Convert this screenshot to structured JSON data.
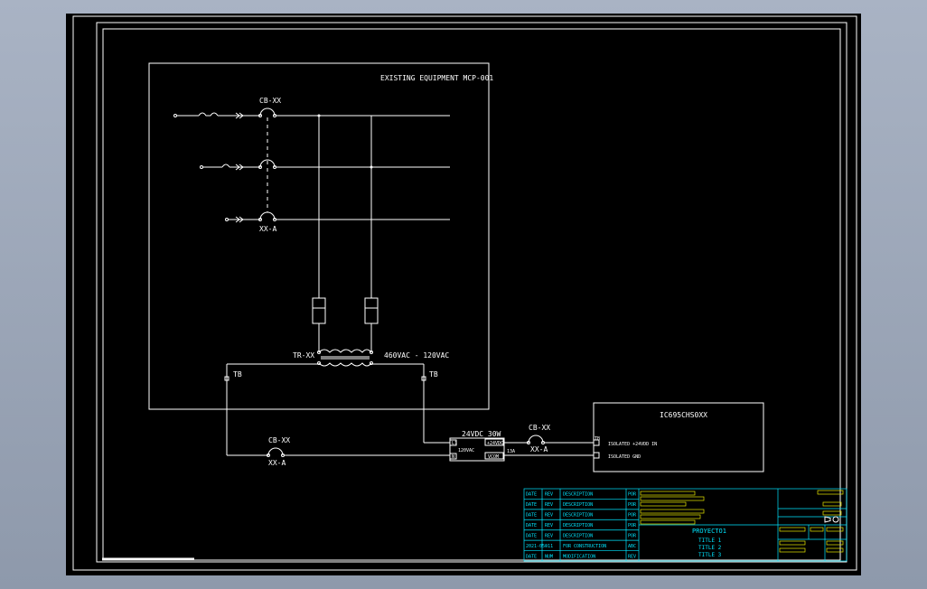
{
  "drawing": {
    "existing_equipment_label": "EXISTING EQUIPMENT MCP-001",
    "breaker_top_label": "CB-XX",
    "breaker_third_label": "XX-A",
    "transformer_label": "TR-XX",
    "transformer_rating": "460VAC - 120VAC",
    "tb_left": "TB",
    "tb_right": "TB",
    "breaker_bottom_label": "CB-XX",
    "breaker_bottom_sub": "XX-A",
    "psu_rating": "24VDC 30W",
    "psu_plus": "+24VDC",
    "psu_in": "120VAC",
    "psu_com": "VCOM",
    "psu_amp": "13A",
    "psu_l1": "L1",
    "psu_n": "N",
    "breaker_right_label": "CB-XX",
    "breaker_right_sub": "XX-A",
    "module_title": "IC695CHS0XX",
    "module_tb": "TB",
    "module_pin1": "ISOLATED +24VDD IN",
    "module_pin2": "ISOLATED GND"
  },
  "title_block": {
    "rev_rows": [
      {
        "date": "DATE",
        "rev": "REV",
        "desc": "DESCRIPTION",
        "by": "POR"
      },
      {
        "date": "DATE",
        "rev": "REV",
        "desc": "DESCRIPTION",
        "by": "POR"
      },
      {
        "date": "DATE",
        "rev": "REV",
        "desc": "DESCRIPTION",
        "by": "POR"
      },
      {
        "date": "DATE",
        "rev": "REV",
        "desc": "DESCRIPTION",
        "by": "POR"
      },
      {
        "date": "DATE",
        "rev": "REV",
        "desc": "DESCRIPTION",
        "by": "POR"
      },
      {
        "date": "2021-05-11",
        "rev": "0",
        "desc": "FOR CONSTRUCTION",
        "by": "ABC"
      },
      {
        "date": "DATE",
        "rev": "NUM",
        "desc": "MODIFICATION",
        "by": "REV"
      }
    ],
    "project": "PROYECTO1",
    "titles": [
      "TITLE 1",
      "TITLE 2",
      "TITLE 3"
    ]
  },
  "colors": {
    "background": "#000000",
    "line": "#ffffff",
    "title_cyan": "#00e5ff",
    "title_yellow": "#e8e800"
  }
}
